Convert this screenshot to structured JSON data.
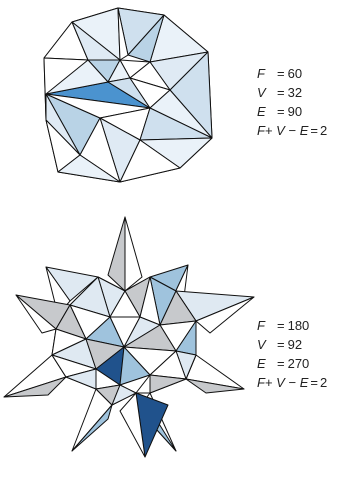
{
  "figures": [
    {
      "id": "top",
      "counts": [
        {
          "symbol": "F",
          "value": "60"
        },
        {
          "symbol": "V",
          "value": "32"
        },
        {
          "symbol": "E",
          "value": "90"
        }
      ],
      "formula": {
        "a": "F",
        "op1": "+",
        "b": "V",
        "op2": "−",
        "c": "E",
        "result": "2"
      },
      "colors": {
        "light": "#e8f1f8",
        "mid": "#b9d3e6",
        "deep": "#4b93cf",
        "white": "#ffffff",
        "edge": "#111111"
      }
    },
    {
      "id": "bottom",
      "counts": [
        {
          "symbol": "F",
          "value": "180"
        },
        {
          "symbol": "V",
          "value": "92"
        },
        {
          "symbol": "E",
          "value": "270"
        }
      ],
      "formula": {
        "a": "F",
        "op1": "+",
        "b": "V",
        "op2": "−",
        "c": "E",
        "result": "2"
      },
      "colors": {
        "light": "#dfe9f2",
        "blue": "#9fc3dd",
        "gray": "#c7c9cc",
        "dark": "#20528c",
        "white": "#ffffff",
        "edge": "#111111"
      }
    }
  ]
}
